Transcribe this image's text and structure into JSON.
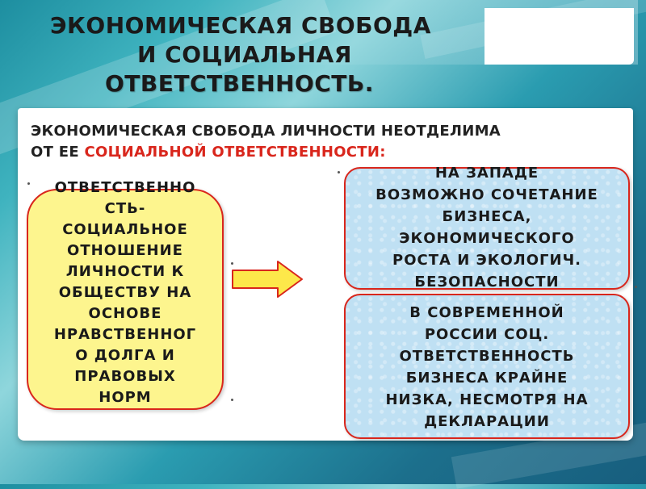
{
  "title": {
    "line1": "ЭКОНОМИЧЕСКАЯ СВОБОДА",
    "line2": "И СОЦИАЛЬНАЯ",
    "line3": "ОТВЕТСТВЕННОСТЬ."
  },
  "lead": {
    "line1": "ЭКОНОМИЧЕСКАЯ СВОБОДА ЛИЧНОСТИ НЕОТДЕЛИМА",
    "line2_prefix": "ОТ ЕЕ ",
    "line2_highlight": "СОЦИАЛЬНОЙ ОТВЕТСТВЕННОСТИ:"
  },
  "left_box": {
    "lines": [
      "ОТВЕТСТВЕННО",
      "СТЬ-",
      "СОЦИАЛЬНОЕ",
      "ОТНОШЕНИЕ",
      "ЛИЧНОСТИ К",
      "ОБЩЕСТВУ НА",
      "ОСНОВЕ",
      "НРАВСТВЕННОГ",
      "О ДОЛГА И",
      "ПРАВОВЫХ",
      "НОРМ"
    ]
  },
  "right_box_top": {
    "lines": [
      "НА  ЗАПАДЕ",
      "ВОЗМОЖНО СОЧЕТАНИЕ",
      "БИЗНЕСА,",
      "ЭКОНОМИЧЕСКОГО",
      "РОСТА И  ЭКОЛОГИЧ.",
      "БЕЗОПАСНОСТИ"
    ]
  },
  "right_box_bottom": {
    "lines": [
      "В СОВРЕМЕННОЙ",
      "РОССИИ  СОЦ.",
      "ОТВЕТСТВЕННОСТЬ",
      "БИЗНЕСА КРАЙНЕ",
      "НИЗКА,  НЕСМОТРЯ  НА",
      "ДЕКЛАРАЦИИ"
    ]
  },
  "colors": {
    "accent_red": "#d9261c",
    "left_box_fill": "#fdf58e",
    "right_box_fill": "#bfe0f3",
    "arrow_fill": "#fde84a"
  },
  "icons": {
    "arrow": "right-arrow-icon"
  }
}
